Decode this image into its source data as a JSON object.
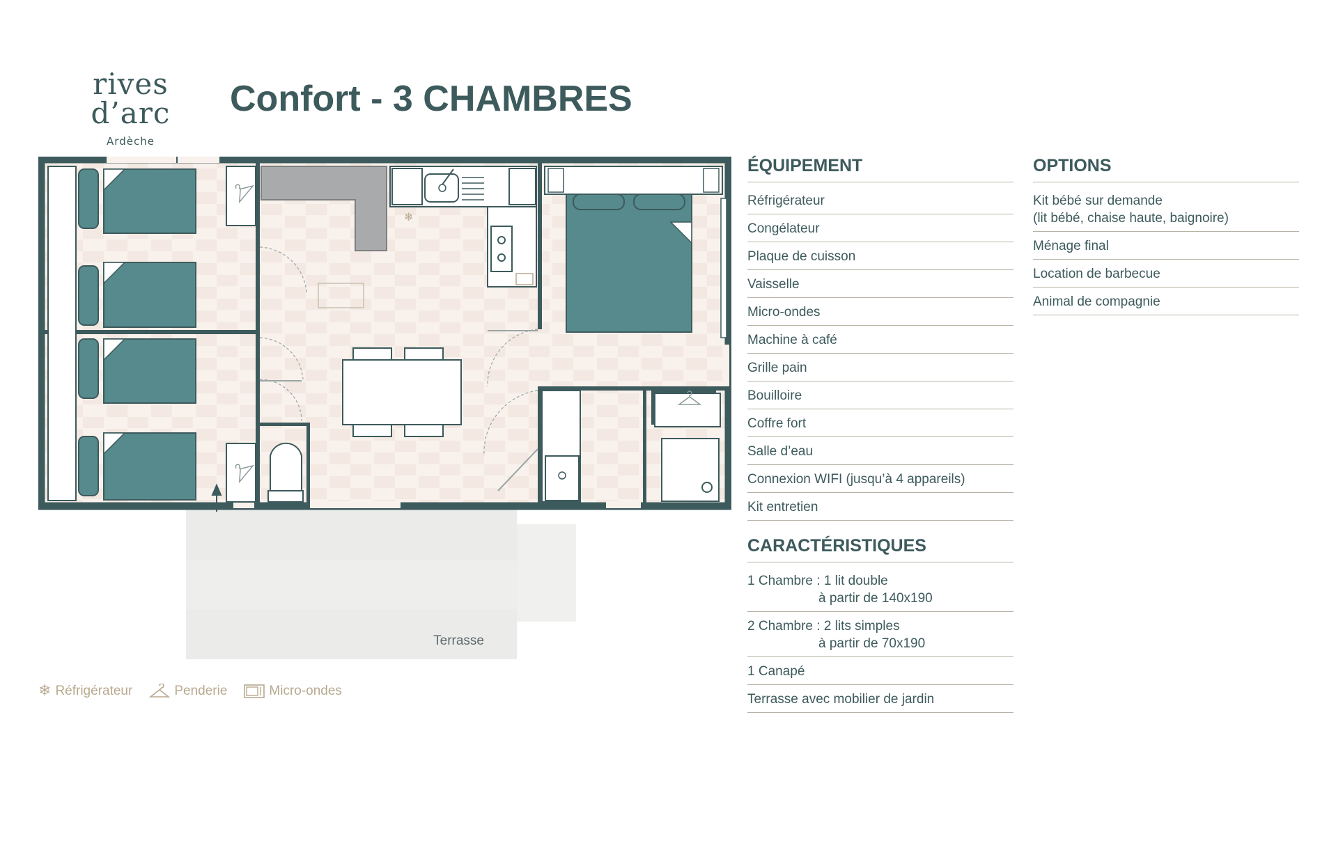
{
  "logo": {
    "name": "rives d’arc",
    "subtitle": "Ardèche"
  },
  "title": "Confort - 3 CHAMBRES",
  "plan": {
    "terrace_label": "Terrasse"
  },
  "equipment": {
    "title": "ÉQUIPEMENT",
    "items": [
      "Réfrigérateur",
      "Congélateur",
      "Plaque de cuisson",
      "Vaisselle",
      "Micro-ondes",
      "Machine à café",
      "Grille pain",
      "Bouilloire",
      "Coffre fort",
      "Salle d’eau",
      "Connexion WIFI (jusqu’à 4 appareils)",
      "Kit entretien"
    ]
  },
  "options": {
    "title": "OPTIONS",
    "items": [
      {
        "line1": "Kit bébé sur demande",
        "line2": "(lit bébé, chaise haute, baignoire)"
      },
      {
        "line1": "Ménage final"
      },
      {
        "line1": "Location de barbecue"
      },
      {
        "line1": "Animal de compagnie"
      }
    ]
  },
  "features": {
    "title": "CARACTÉRISTIQUES",
    "items": [
      {
        "line1": "1 Chambre : 1 lit double",
        "line2": "à partir de 140x190"
      },
      {
        "line1": "2 Chambre : 2 lits simples",
        "line2": "à partir de 70x190"
      },
      {
        "line1": "1 Canapé"
      },
      {
        "line1": "Terrasse avec mobilier de jardin"
      }
    ]
  },
  "legend": [
    {
      "icon": "snowflake-icon",
      "label": "Réfrigérateur"
    },
    {
      "icon": "hanger-icon",
      "label": "Penderie"
    },
    {
      "icon": "microwave-icon",
      "label": "Micro-ondes"
    }
  ],
  "colors": {
    "teal": "#3d5a5c",
    "bed": "#568a8d",
    "beige": "#b8a98f",
    "floor": "#f6eee8"
  }
}
